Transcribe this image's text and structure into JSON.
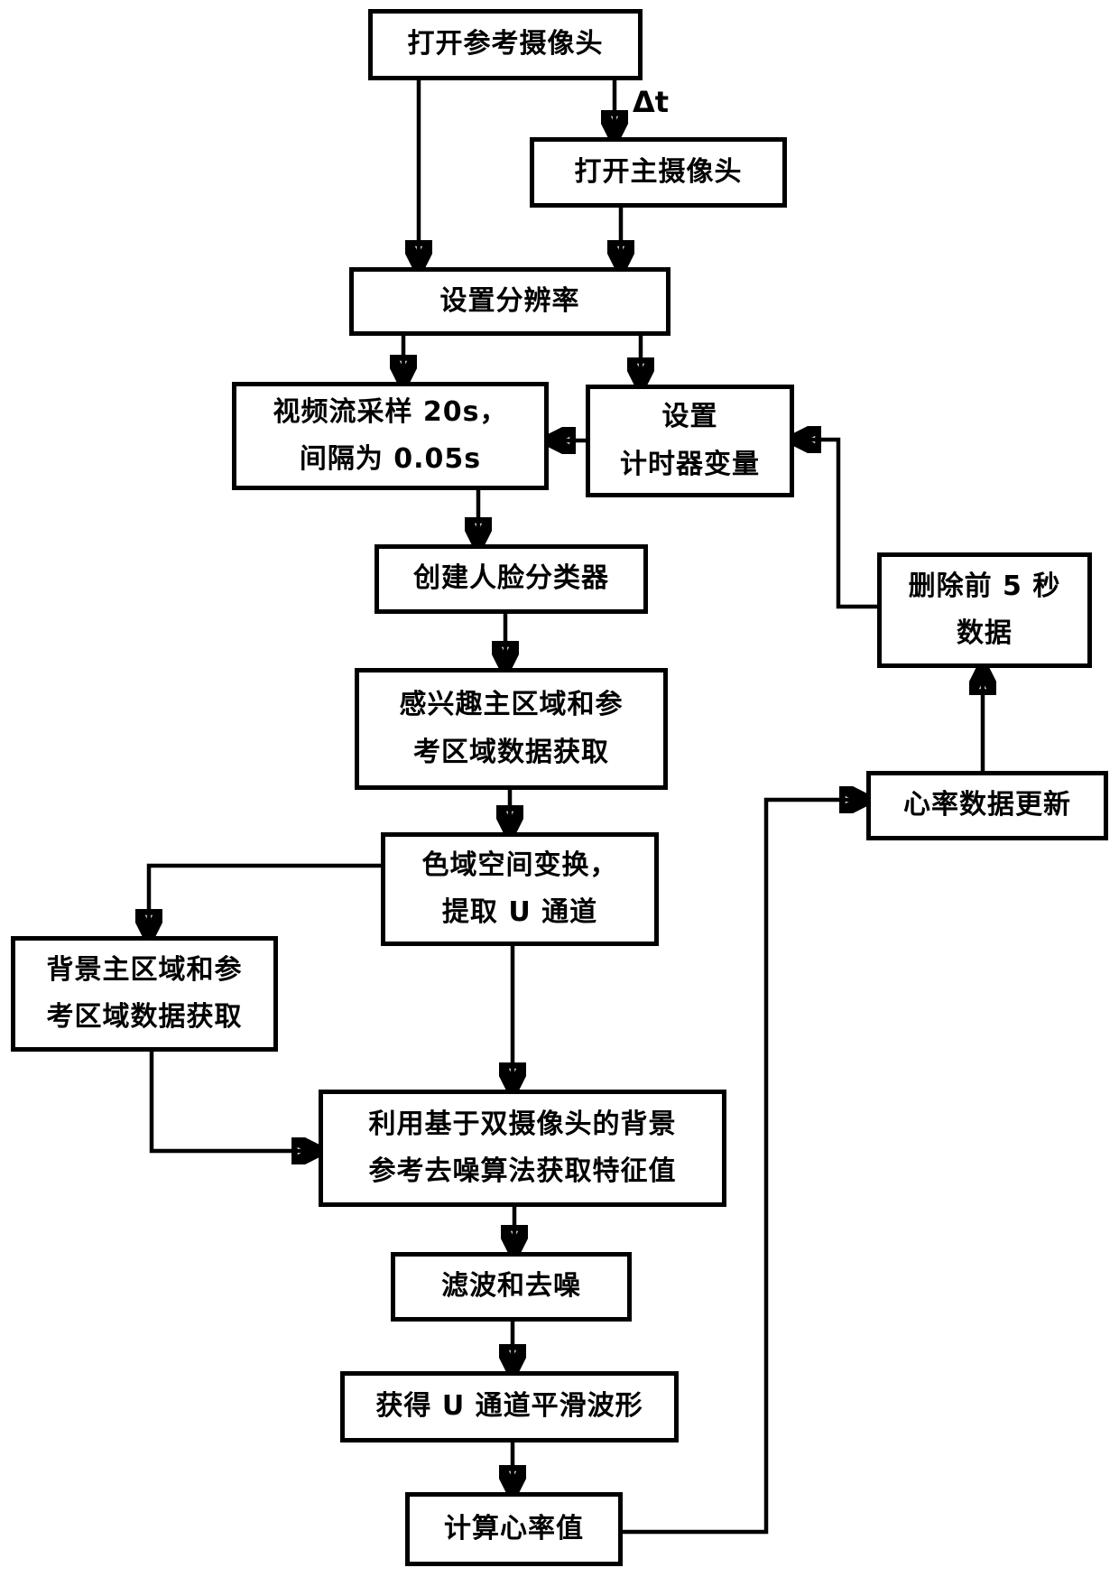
{
  "diagram": {
    "type": "flowchart",
    "background_color": "#ffffff",
    "line_color": "#000000",
    "nodes": {
      "open_ref_camera": {
        "label": "打开参考摄像头"
      },
      "open_main_camera": {
        "label": "打开主摄像头"
      },
      "set_resolution": {
        "label": "设置分辨率"
      },
      "video_sampling": {
        "label": "视频流采样 20s，\n间隔为 0.05s"
      },
      "set_timer": {
        "label": "设置\n计时器变量"
      },
      "create_face_classifier": {
        "label": "创建人脸分类器"
      },
      "roi_data": {
        "label": "感兴趣主区域和参\n考区域数据获取"
      },
      "color_space": {
        "label": "色域空间变换，\n提取 U 通道"
      },
      "background_data": {
        "label": "背景主区域和参\n考区域数据获取"
      },
      "denoise_features": {
        "label": "利用基于双摄像头的背景\n参考去噪算法获取特征值"
      },
      "filter_denoise": {
        "label": "滤波和去噪"
      },
      "smooth_waveform": {
        "label": "获得 U 通道平滑波形"
      },
      "calc_heart_rate": {
        "label": "计算心率值"
      },
      "hr_update": {
        "label": "心率数据更新"
      },
      "delete_first_5s": {
        "label": "删除前 5 秒\n数据"
      }
    },
    "labels": {
      "delta_t": "Δt"
    },
    "edges": [
      {
        "from": "open_ref_camera",
        "to": "set_resolution"
      },
      {
        "from": "open_ref_camera",
        "to": "open_main_camera",
        "label": "Δt"
      },
      {
        "from": "open_main_camera",
        "to": "set_resolution"
      },
      {
        "from": "set_resolution",
        "to": "video_sampling"
      },
      {
        "from": "set_resolution",
        "to": "set_timer"
      },
      {
        "from": "set_timer",
        "to": "video_sampling"
      },
      {
        "from": "video_sampling",
        "to": "create_face_classifier"
      },
      {
        "from": "create_face_classifier",
        "to": "roi_data"
      },
      {
        "from": "roi_data",
        "to": "color_space"
      },
      {
        "from": "color_space",
        "to": "background_data"
      },
      {
        "from": "color_space",
        "to": "denoise_features"
      },
      {
        "from": "background_data",
        "to": "denoise_features"
      },
      {
        "from": "denoise_features",
        "to": "filter_denoise"
      },
      {
        "from": "filter_denoise",
        "to": "smooth_waveform"
      },
      {
        "from": "smooth_waveform",
        "to": "calc_heart_rate"
      },
      {
        "from": "calc_heart_rate",
        "to": "hr_update"
      },
      {
        "from": "hr_update",
        "to": "delete_first_5s"
      },
      {
        "from": "delete_first_5s",
        "to": "set_timer"
      }
    ]
  }
}
